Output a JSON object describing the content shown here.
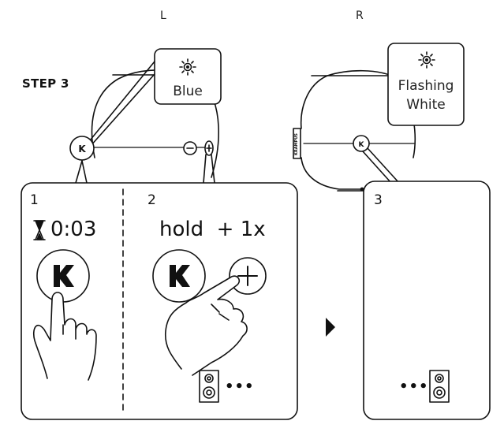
{
  "labels": {
    "left": "L",
    "right": "R"
  },
  "step": "STEP 3",
  "left_callout": {
    "text": "Blue"
  },
  "right_callout": {
    "line1": "Flashing",
    "line2": "White"
  },
  "panels": [
    {
      "number": "1",
      "timer": "0:03"
    },
    {
      "number": "2",
      "instruction": "hold  + 1x",
      "more": "•••"
    },
    {
      "number": "3",
      "more": "•••"
    }
  ],
  "speaker_brand": "KRAMPUS",
  "icons": [
    "light-icon",
    "hourglass-icon",
    "k-button-icon",
    "plus-button-icon",
    "minus-button-icon",
    "hand-icon",
    "speaker-icon",
    "play-arrow-icon"
  ],
  "colors": {
    "stroke": "#111111",
    "background": "#ffffff"
  }
}
